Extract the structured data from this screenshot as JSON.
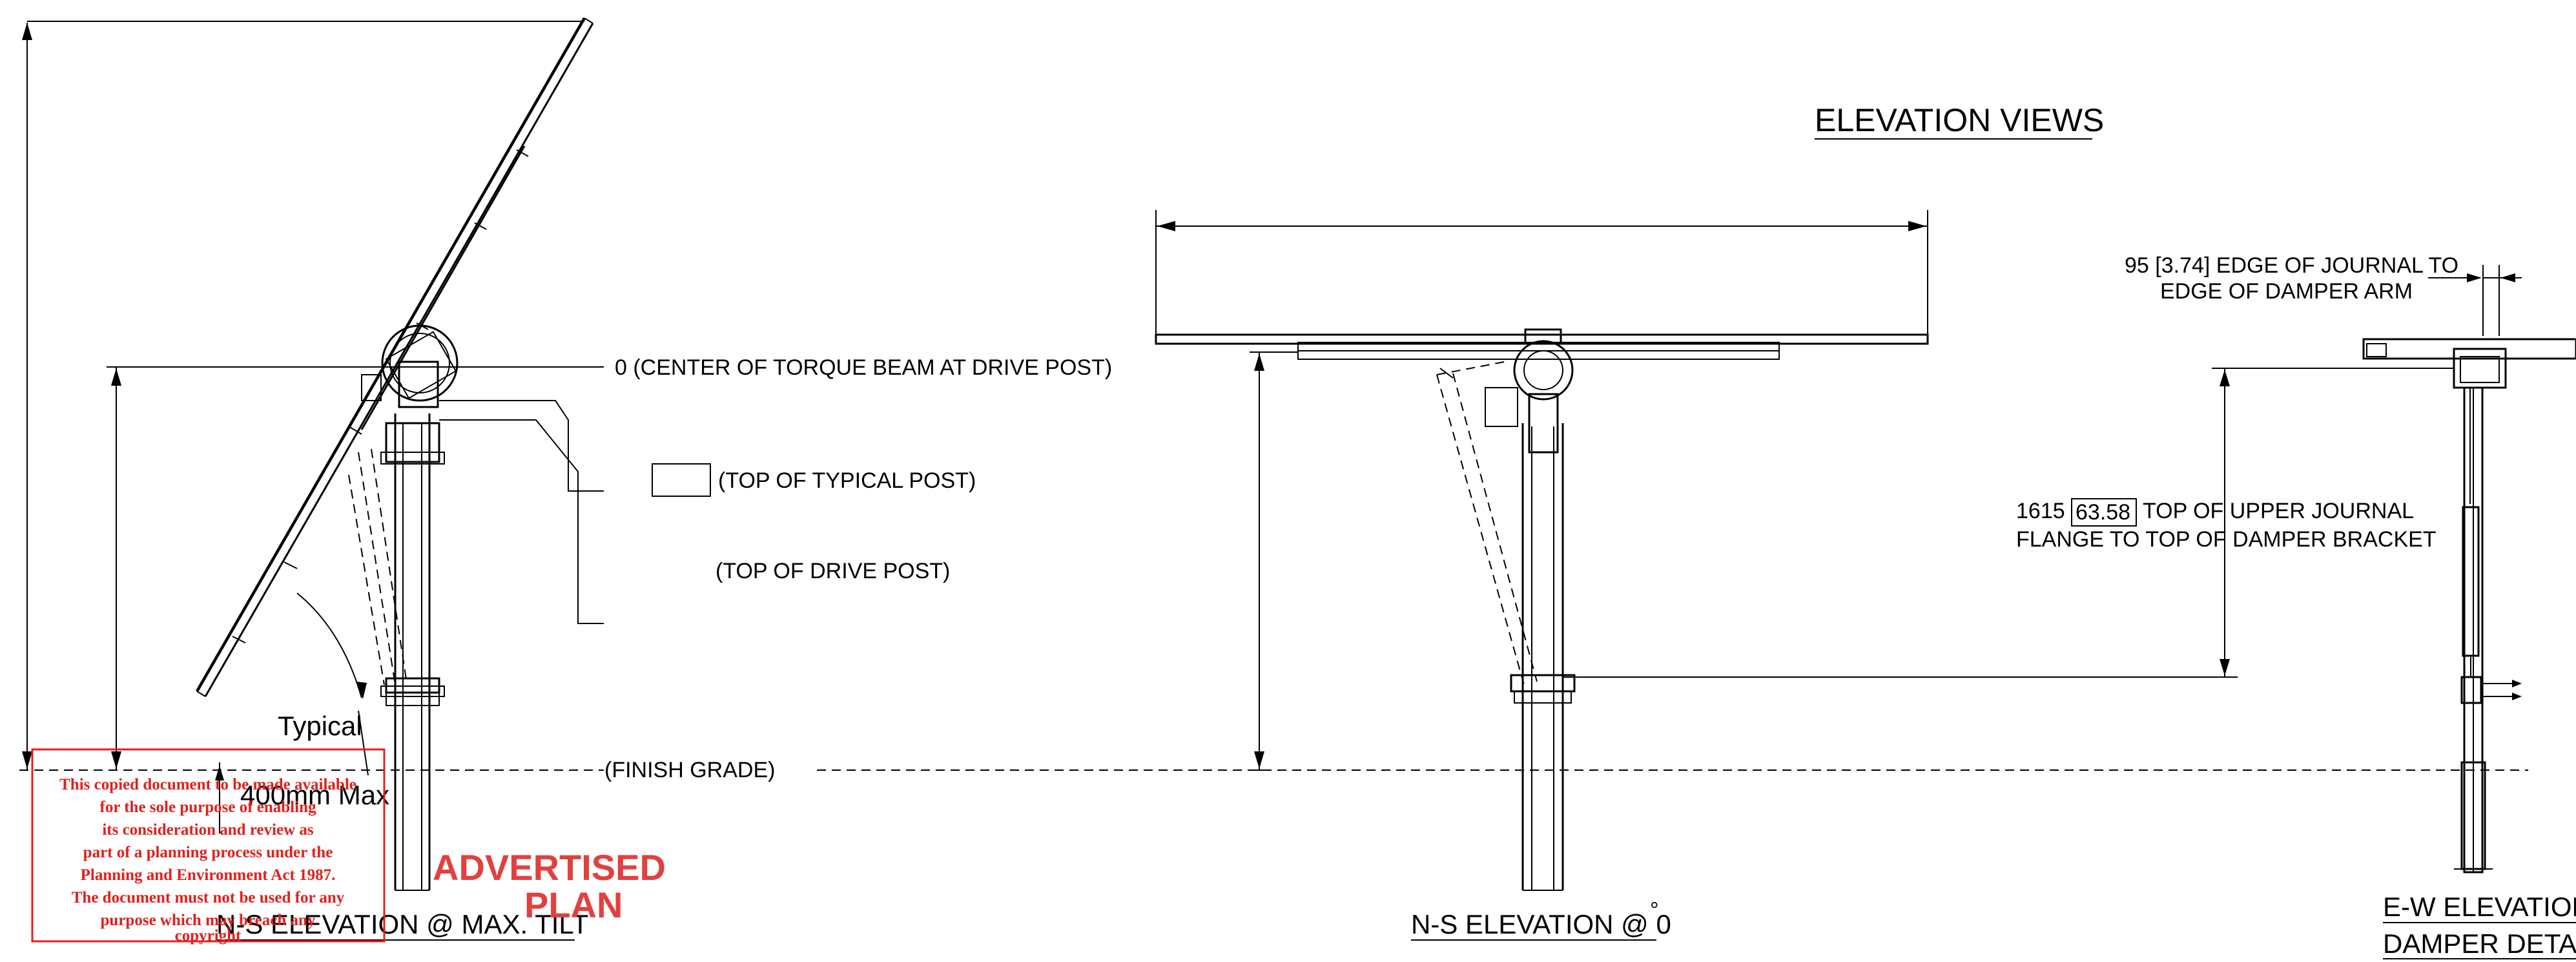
{
  "title": "ELEVATION VIEWS",
  "views": {
    "ns_max_tilt": "N-S ELEVATION @ MAX. TILT",
    "ns_zero": "N-S ELEVATION @ 0",
    "ns_zero_degree": "°",
    "ew_line1": "E-W ELEVATION",
    "ew_line2": "DAMPER DETAIL"
  },
  "labels": {
    "center_torque_beam": "0 (CENTER OF TORQUE BEAM AT DRIVE POST)",
    "top_typical_post": "(TOP OF TYPICAL POST)",
    "top_drive_post": "(TOP OF DRIVE POST)",
    "finish_grade": "(FINISH GRADE)",
    "typical": "Typical",
    "max_400": "400mm Max",
    "journal_edge_l1": "95 [3.74] EDGE OF JOURNAL TO",
    "journal_edge_l2": "EDGE OF DAMPER ARM",
    "upper_journal_num": "1615",
    "upper_journal_box": "63.58",
    "upper_journal_l1": "TOP OF UPPER JOURNAL",
    "upper_journal_l2": "FLANGE TO TOP OF DAMPER BRACKET"
  },
  "stamp": {
    "advertised": "ADVERTISED",
    "plan": "PLAN",
    "notice_lines": [
      "This copied document to be made available",
      "for the sole purpose of enabling",
      "its consideration and review as",
      "part of a planning process under the",
      "Planning and Environment Act 1987.",
      "The document must not be used for any",
      "purpose which may breach any",
      "copyright"
    ],
    "color": "#e0201c"
  }
}
